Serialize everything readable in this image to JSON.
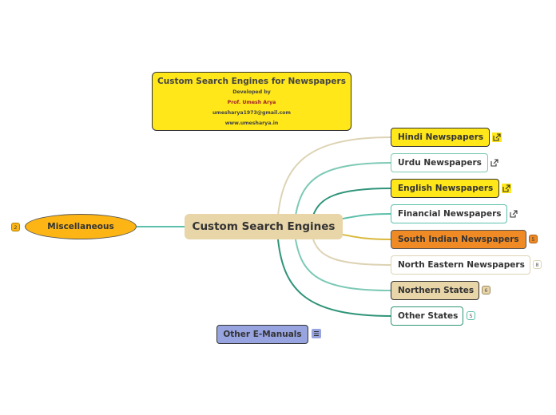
{
  "title_box": {
    "title": "Custom Search Engines for Newspapers",
    "developed_by": "Developed by",
    "author": "Prof. Umesh Arya",
    "email": "umesharya1973@gmail.com",
    "website": "www.umesharya.in"
  },
  "central_topic": "Custom Search Engines",
  "left_topic": {
    "label": "Miscellaneous",
    "count": "2"
  },
  "branches": [
    {
      "label": "Hindi Newspapers",
      "marker": "link"
    },
    {
      "label": "Urdu Newspapers",
      "marker": "link"
    },
    {
      "label": "English Newspapers",
      "marker": "link"
    },
    {
      "label": "Financial Newspapers",
      "marker": "link"
    },
    {
      "label": "South Indian Newspapers",
      "marker": "count",
      "count": "5"
    },
    {
      "label": "North Eastern Newspapers",
      "marker": "count",
      "count": "8"
    },
    {
      "label": "Northern States",
      "marker": "count",
      "count": "6"
    },
    {
      "label": "Other States",
      "marker": "count",
      "count": "5"
    }
  ],
  "floating_topic": {
    "label": "Other E-Manuals",
    "icon": "notes-icon"
  },
  "colors": {
    "yellow": "#ffe71a",
    "orange": "#f08a24",
    "tan": "#e8d5a8",
    "teal": "#5bbfaa",
    "dark_teal": "#2f9478",
    "gold_line": "#d9b83a",
    "lavender": "#98a4e0"
  }
}
